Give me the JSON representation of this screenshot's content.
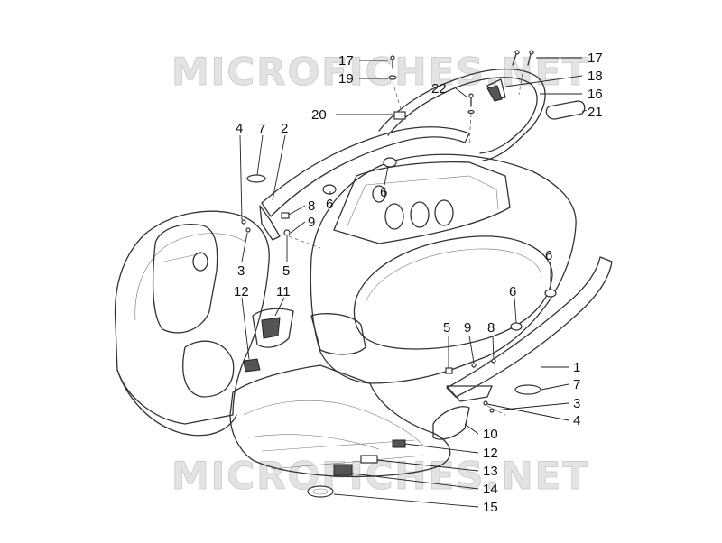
{
  "diagram": {
    "watermark": "MICROFICHES.NET",
    "callouts": [
      {
        "id": "c17a",
        "label": "17"
      },
      {
        "id": "c19",
        "label": "19"
      },
      {
        "id": "c17b",
        "label": "17"
      },
      {
        "id": "c18",
        "label": "18"
      },
      {
        "id": "c22",
        "label": "22"
      },
      {
        "id": "c16",
        "label": "16"
      },
      {
        "id": "c20",
        "label": "20"
      },
      {
        "id": "c21",
        "label": "21"
      },
      {
        "id": "c4a",
        "label": "4"
      },
      {
        "id": "c7a",
        "label": "7"
      },
      {
        "id": "c2",
        "label": "2"
      },
      {
        "id": "c8a",
        "label": "8"
      },
      {
        "id": "c9a",
        "label": "9"
      },
      {
        "id": "c6a",
        "label": "6"
      },
      {
        "id": "c6b",
        "label": "6"
      },
      {
        "id": "c3a",
        "label": "3"
      },
      {
        "id": "c5a",
        "label": "5"
      },
      {
        "id": "c12a",
        "label": "12"
      },
      {
        "id": "c11",
        "label": "11"
      },
      {
        "id": "c6c",
        "label": "6"
      },
      {
        "id": "c6d",
        "label": "6"
      },
      {
        "id": "c5b",
        "label": "5"
      },
      {
        "id": "c9b",
        "label": "9"
      },
      {
        "id": "c8b",
        "label": "8"
      },
      {
        "id": "c1",
        "label": "1"
      },
      {
        "id": "c7b",
        "label": "7"
      },
      {
        "id": "c3b",
        "label": "3"
      },
      {
        "id": "c4b",
        "label": "4"
      },
      {
        "id": "c10",
        "label": "10"
      },
      {
        "id": "c12b",
        "label": "12"
      },
      {
        "id": "c13",
        "label": "13"
      },
      {
        "id": "c14",
        "label": "14"
      },
      {
        "id": "c15",
        "label": "15"
      }
    ]
  }
}
